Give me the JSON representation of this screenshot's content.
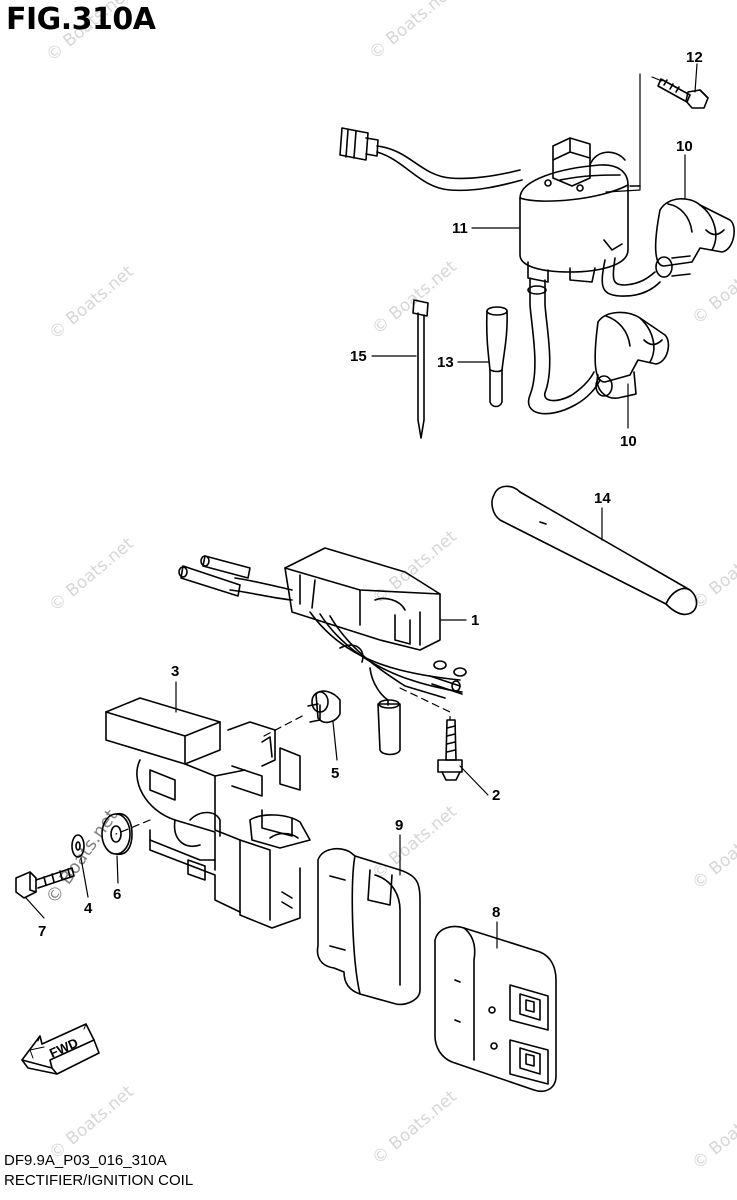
{
  "figure": {
    "title": "FIG.310A",
    "footer_code": "DF9.9A_P03_016_310A",
    "footer_name": "RECTIFIER/IGNITION COIL"
  },
  "watermark": "© Boats.net",
  "direction_label": "FWD",
  "callouts": [
    {
      "id": "c12",
      "text": "12"
    },
    {
      "id": "c10a",
      "text": "10"
    },
    {
      "id": "c11",
      "text": "11"
    },
    {
      "id": "c15",
      "text": "15"
    },
    {
      "id": "c13",
      "text": "13"
    },
    {
      "id": "c10b",
      "text": "10"
    },
    {
      "id": "c14",
      "text": "14"
    },
    {
      "id": "c1",
      "text": "1"
    },
    {
      "id": "c3",
      "text": "3"
    },
    {
      "id": "c5",
      "text": "5"
    },
    {
      "id": "c2",
      "text": "2"
    },
    {
      "id": "c9",
      "text": "9"
    },
    {
      "id": "c8",
      "text": "8"
    },
    {
      "id": "c4",
      "text": "4"
    },
    {
      "id": "c6",
      "text": "6"
    },
    {
      "id": "c7",
      "text": "7"
    }
  ]
}
